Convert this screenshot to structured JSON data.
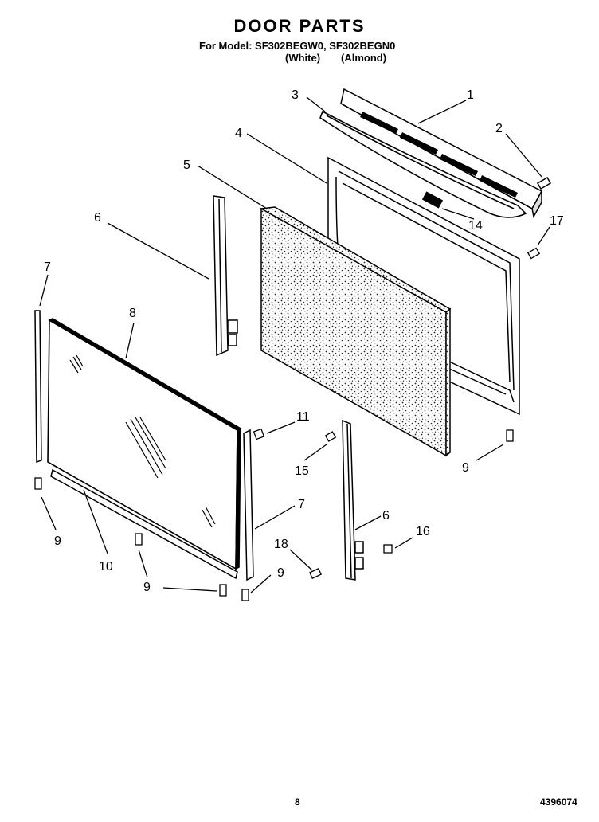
{
  "header": {
    "title": "DOOR PARTS",
    "model_line": "For Model: SF302BEGW0, SF302BEGN0",
    "variant_white": "(White)",
    "variant_almond": "(Almond)"
  },
  "footer": {
    "page_number": "8",
    "document_number": "4396074"
  },
  "callouts": {
    "c1": "1",
    "c2": "2",
    "c3": "3",
    "c4": "4",
    "c5": "5",
    "c6a": "6",
    "c6b": "6",
    "c7a": "7",
    "c7b": "7",
    "c8": "8",
    "c9a": "9",
    "c9b": "9",
    "c9c": "9",
    "c9d": "9",
    "c10": "10",
    "c11": "11",
    "c14": "14",
    "c15": "15",
    "c16": "16",
    "c17": "17",
    "c18": "18"
  }
}
